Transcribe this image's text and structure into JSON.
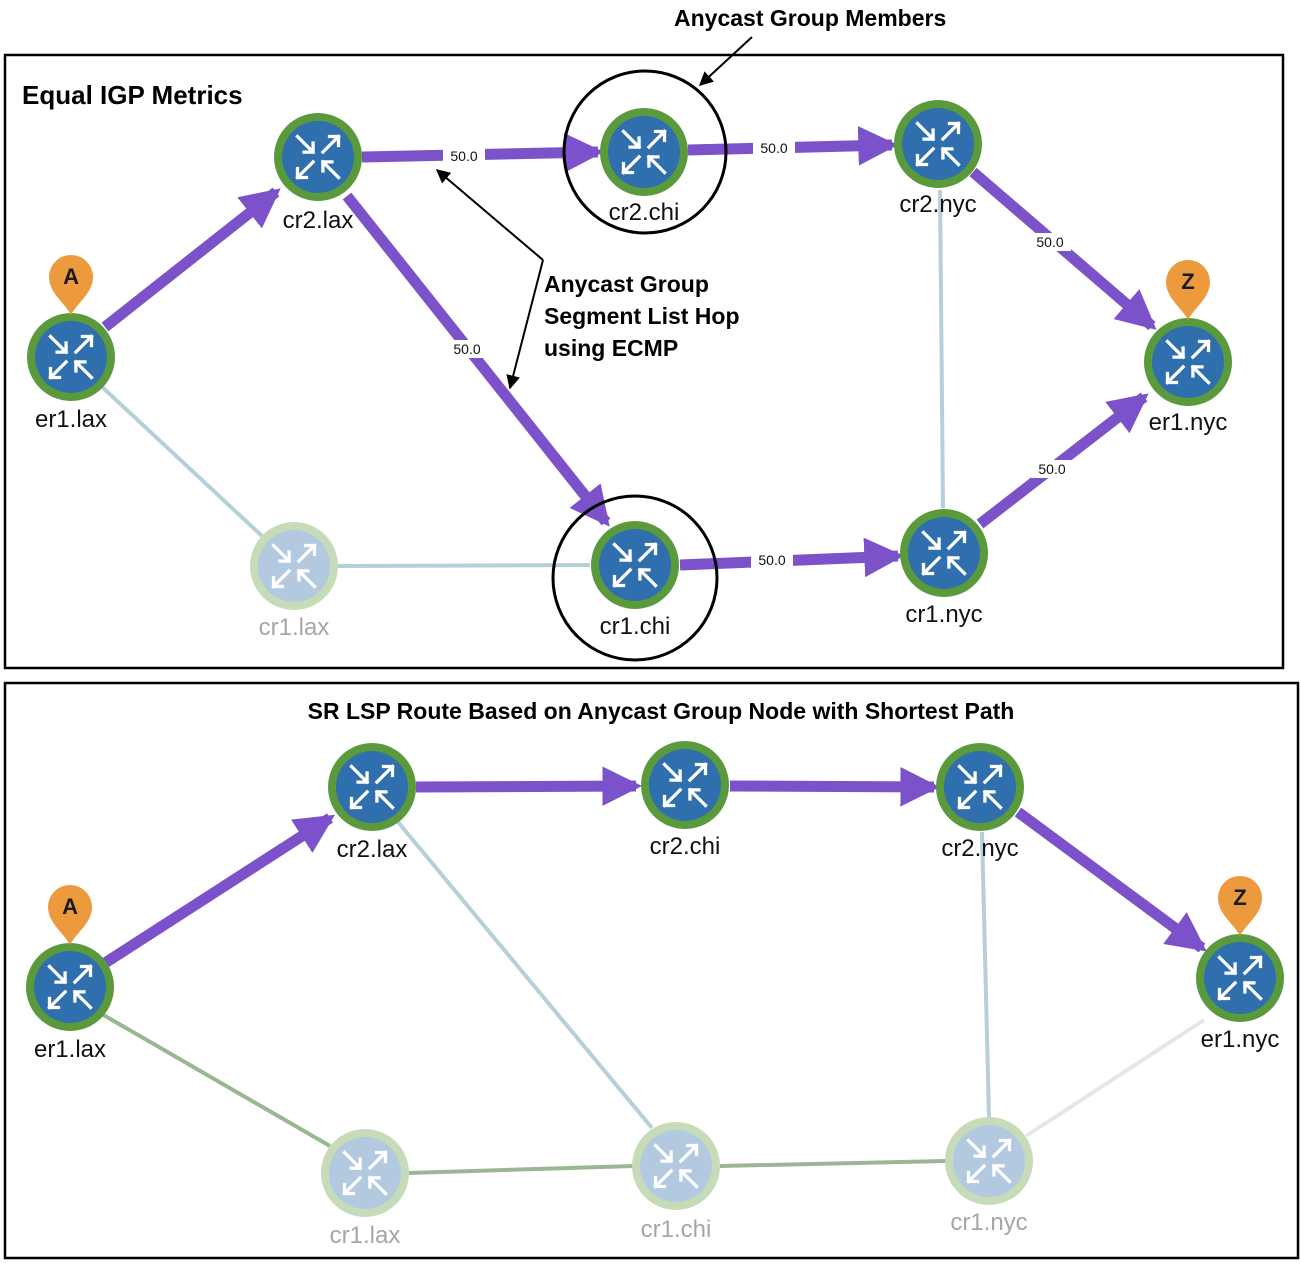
{
  "panels": [
    {
      "title": "Equal IGP Metrics",
      "annotations": {
        "anycast_members": "Anycast Group Members",
        "segment_hop_lines": [
          "Anycast Group",
          "Segment List Hop",
          "using ECMP"
        ]
      },
      "nodes": {
        "er1_lax": "er1.lax",
        "cr2_lax": "cr2.lax",
        "cr2_chi": "cr2.chi",
        "cr2_nyc": "cr2.nyc",
        "er1_nyc": "er1.nyc",
        "cr1_lax": "cr1.lax",
        "cr1_chi": "cr1.chi",
        "cr1_nyc": "cr1.nyc"
      },
      "metrics": {
        "cr2lax_cr2chi": "50.0",
        "cr2chi_cr2nyc": "50.0",
        "cr2lax_cr1chi": "50.0",
        "cr2nyc_er1nyc": "50.0",
        "cr1chi_cr1nyc": "50.0",
        "cr1nyc_er1nyc": "50.0"
      },
      "markers": {
        "source": "A",
        "destination": "Z"
      }
    },
    {
      "title": "SR LSP Route Based on Anycast Group Node with Shortest Path",
      "nodes": {
        "er1_lax": "er1.lax",
        "cr2_lax": "cr2.lax",
        "cr2_chi": "cr2.chi",
        "cr2_nyc": "cr2.nyc",
        "er1_nyc": "er1.nyc",
        "cr1_lax": "cr1.lax",
        "cr1_chi": "cr1.chi",
        "cr1_nyc": "cr1.nyc"
      },
      "markers": {
        "source": "A",
        "destination": "Z"
      }
    }
  ],
  "colors": {
    "path": "#7b52c9",
    "node_fill": "#2f6fad",
    "node_ring": "#5a9a3c",
    "node_fill_dim": "#b2c9e0",
    "node_ring_dim": "#c6dcb8",
    "marker": "#ec9a3d",
    "link": "#b6cfd8",
    "link_green": "#9ab694"
  },
  "icons": {
    "node": "router-icon",
    "marker": "map-pin-icon"
  }
}
